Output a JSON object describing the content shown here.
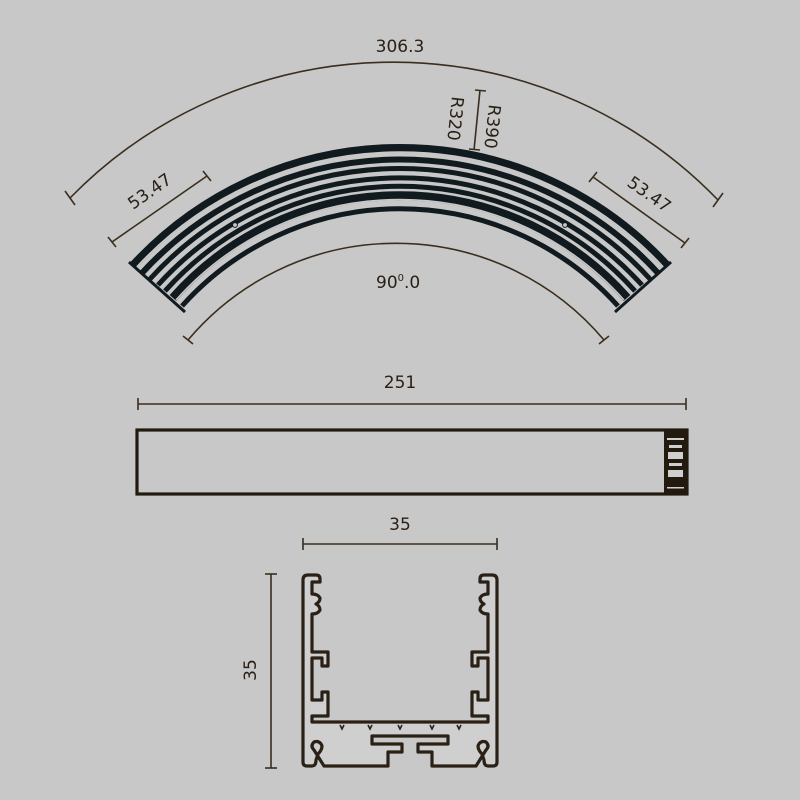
{
  "drawing": {
    "top_view": {
      "arc_length_label": "306.3",
      "outer_radius_label": "R390",
      "inner_radius_label": "R320",
      "left_straight_label": "53.47",
      "right_straight_label": "53.47",
      "angle_label": "90°.0",
      "angle_label_main": "90",
      "angle_label_sup": "0",
      "angle_label_tail": ".0"
    },
    "side_view": {
      "length_label": "251"
    },
    "cross_section": {
      "width_label": "35",
      "height_label": "35"
    },
    "colors": {
      "background": "#c8c8c8",
      "line": "#2a2016",
      "profile_fill": "#111a1e"
    }
  }
}
